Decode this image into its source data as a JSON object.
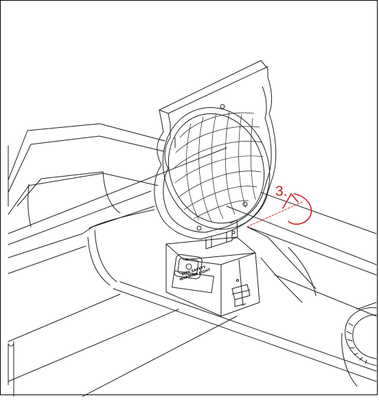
{
  "diagram": {
    "step_label": "3.",
    "device_label": "CITY SAFETY",
    "device_sublabel": "WARNING LIGHT",
    "colors": {
      "line": "#1a1a1a",
      "annotation": "#d11a1a",
      "background": "#ffffff"
    },
    "icons": {
      "rotate": "counterclockwise-rotate-arrow-icon"
    }
  }
}
